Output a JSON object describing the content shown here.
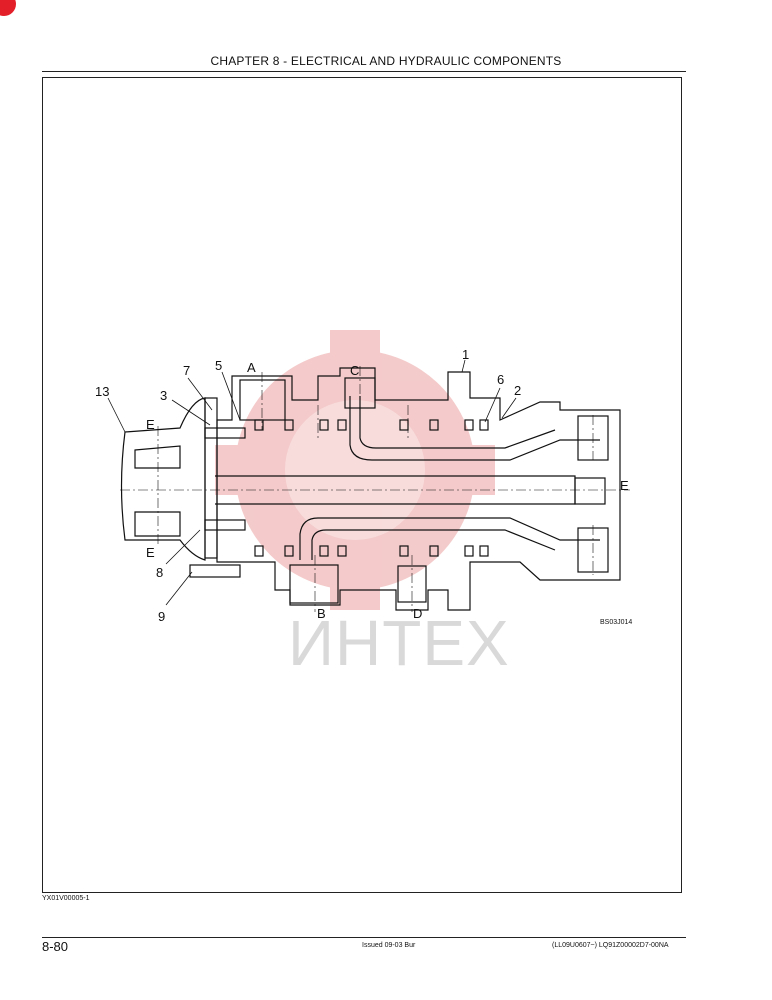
{
  "header": {
    "chapter_title": "CHAPTER 8 - ELECTRICAL AND HYDRAULIC COMPONENTS"
  },
  "figure": {
    "callouts": [
      "1",
      "2",
      "3",
      "5",
      "6",
      "7",
      "8",
      "9",
      "13"
    ],
    "port_labels": [
      "A",
      "B",
      "C",
      "D",
      "E",
      "E",
      "E"
    ],
    "reference_code": "BS03J014",
    "figure_id": "YX01V00005-1"
  },
  "watermark": {
    "text": "ИНТЕХ",
    "color": "#e06a6a"
  },
  "footer": {
    "page_number": "8-80",
    "issue": "Issued 09-03   Bur",
    "serial": "(LL09U0607~)   LQ91Z00002D7-00NA"
  }
}
